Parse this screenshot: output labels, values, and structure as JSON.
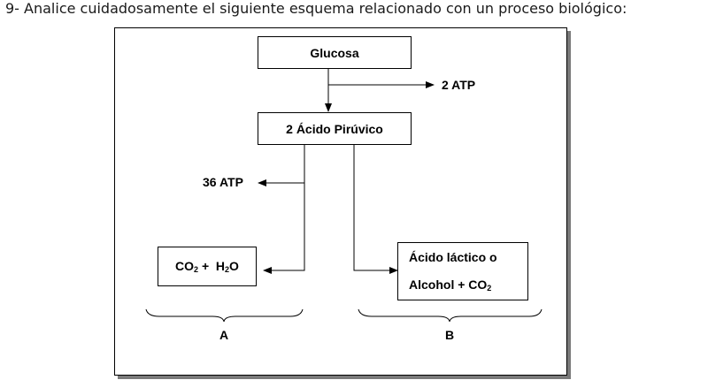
{
  "question": "9- Analice cuidadosamente el siguiente esquema relacionado con un proceso biológico:",
  "diagram": {
    "glucosa": "Glucosa",
    "atp_2": "2 ATP",
    "piruvico": "2 Ácido Pirúvico",
    "atp_36": "36 ATP",
    "co2_h2o": {
      "co": "CO",
      "co_sub": "2",
      "plus": " +  H",
      "h_sub": "2",
      "o": "O"
    },
    "lactico_line1": "Ácido láctico o",
    "lactico_line2": {
      "text": "Alcohol + CO",
      "sub": "2"
    },
    "label_a": "A",
    "label_b": "B"
  }
}
